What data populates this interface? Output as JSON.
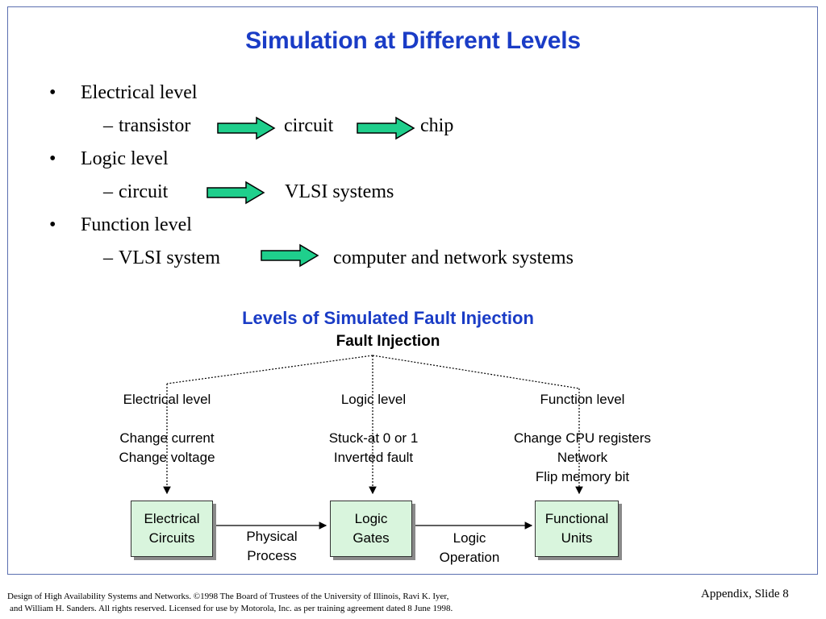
{
  "title": "Simulation at Different Levels",
  "bullets": [
    {
      "label": "Electrical level",
      "sub": {
        "from": "transistor",
        "mid": "circuit",
        "to": "chip"
      }
    },
    {
      "label": "Logic level",
      "sub": {
        "from": "circuit",
        "to": "VLSI systems"
      }
    },
    {
      "label": "Function level",
      "sub": {
        "from": "VLSI system",
        "to": "computer and network systems"
      }
    }
  ],
  "diagram": {
    "title": "Levels of Simulated Fault Injection",
    "root": "Fault Injection",
    "columns": [
      {
        "level": "Electrical level",
        "line1": "Change current",
        "line2": "Change voltage",
        "line3": ""
      },
      {
        "level": "Logic level",
        "line1": "Stuck-at 0 or 1",
        "line2": "Inverted fault",
        "line3": ""
      },
      {
        "level": "Function level",
        "line1": "Change CPU registers",
        "line2": "Network",
        "line3": "Flip memory bit"
      }
    ],
    "boxes": [
      {
        "line1": "Electrical",
        "line2": "Circuits"
      },
      {
        "line1": "Logic",
        "line2": "Gates"
      },
      {
        "line1": "Functional",
        "line2": "Units"
      }
    ],
    "transitions": [
      {
        "line1": "Physical",
        "line2": "Process"
      },
      {
        "line1": "Logic",
        "line2": "Operation"
      }
    ],
    "colors": {
      "title": "#1a3cc6",
      "arrow_fill": "#1fcf8c",
      "box_fill": "#d9f5dd"
    }
  },
  "footer": {
    "line1": "Design of High Availability Systems and Networks.  ©1998 The Board of Trustees of the University of Illinois, Ravi K. Iyer,",
    "line2": "and William H. Sanders.  All rights reserved.  Licensed for use by Motorola, Inc. as per training agreement dated 8 June 1998.",
    "slide": "Appendix, Slide 8"
  }
}
